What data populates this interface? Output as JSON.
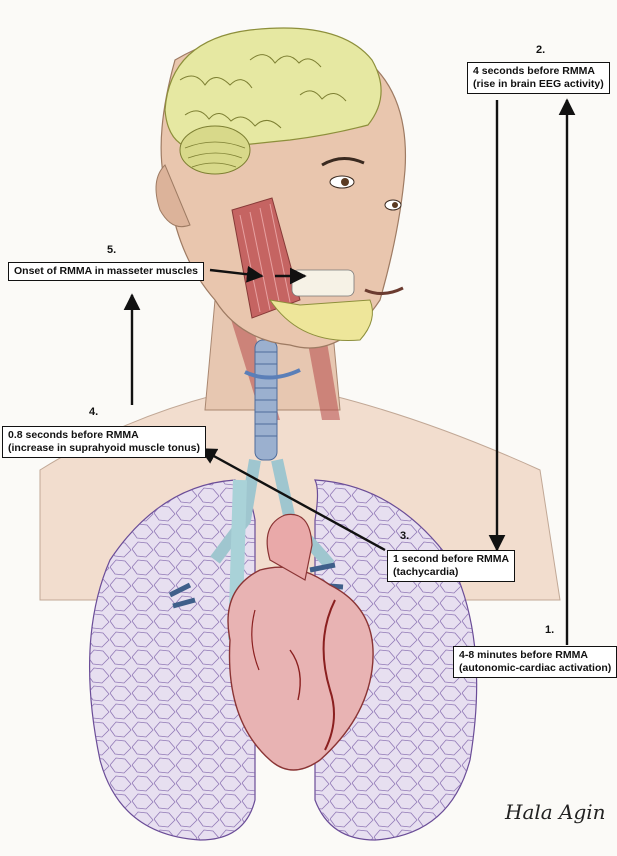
{
  "steps": {
    "s1": {
      "number": "1.",
      "line1": "4-8 minutes before RMMA",
      "line2": "(autonomic-cardiac activation)"
    },
    "s2": {
      "number": "2.",
      "line1": "4 seconds before RMMA",
      "line2": "(rise in brain EEG activity)"
    },
    "s3": {
      "number": "3.",
      "line1": "1 second before RMMA",
      "line2": "(tachycardia)"
    },
    "s4": {
      "number": "4.",
      "line1": "0.8 seconds before RMMA",
      "line2": "(increase in suprahyoid muscle tonus)"
    },
    "s5": {
      "number": "5.",
      "line1": "Onset of RMMA in masseter muscles"
    }
  },
  "signature": "Hala Agin"
}
